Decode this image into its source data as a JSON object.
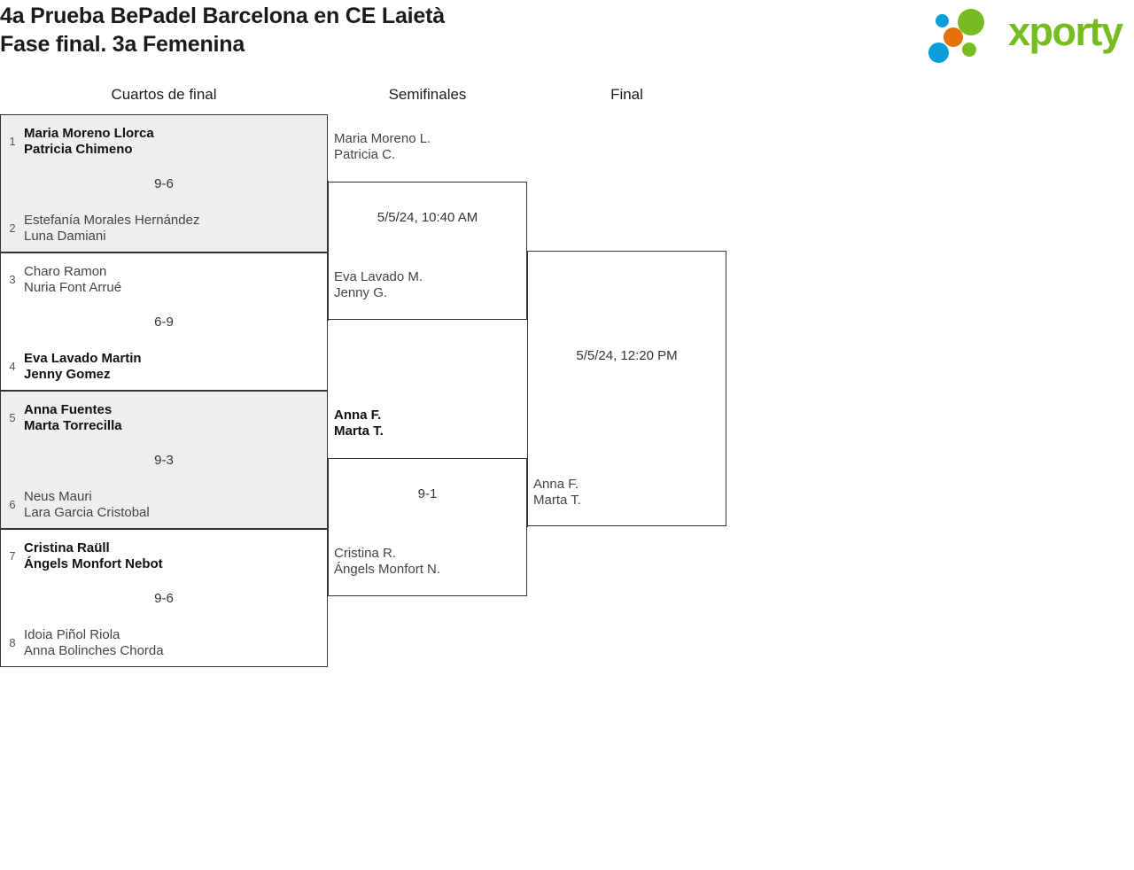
{
  "header": {
    "title": "4a Prueba BePadel Barcelona en CE Laietà\nFase final. 3a Femenina",
    "logo": {
      "wordmark": "xporty",
      "colors": {
        "green": "#76bc21",
        "blue": "#0c9ddb",
        "orange": "#e8700a"
      }
    }
  },
  "rounds": [
    {
      "label": "Cuartos de final"
    },
    {
      "label": "Semifinales"
    },
    {
      "label": "Final"
    }
  ],
  "matches": {
    "qf1": {
      "top": {
        "seed": "1",
        "players": "Maria Moreno Llorca\nPatricia Chimeno"
      },
      "bottom": {
        "seed": "2",
        "players": "Estefanía Morales Hernández\nLuna Damiani"
      },
      "info": "9-6"
    },
    "qf2": {
      "top": {
        "seed": "3",
        "players": "Charo Ramon\nNuria Font Arrué"
      },
      "bottom": {
        "seed": "4",
        "players": "Eva Lavado Martin\nJenny Gomez"
      },
      "info": "6-9"
    },
    "qf3": {
      "top": {
        "seed": "5",
        "players": "Anna Fuentes\nMarta Torrecilla"
      },
      "bottom": {
        "seed": "6",
        "players": "Neus Mauri\nLara Garcia Cristobal"
      },
      "info": "9-3"
    },
    "qf4": {
      "top": {
        "seed": "7",
        "players": "Cristina Raüll\nÁngels Monfort Nebot"
      },
      "bottom": {
        "seed": "8",
        "players": "Idoia Piñol Riola\nAnna Bolinches Chorda"
      },
      "info": "9-6"
    },
    "sf1": {
      "top": {
        "players": "Maria Moreno L.\nPatricia C."
      },
      "bottom": {
        "players": "Eva Lavado M.\nJenny G."
      },
      "info": "5/5/24, 10:40 AM"
    },
    "sf2": {
      "top": {
        "players": "Anna F.\nMarta T."
      },
      "bottom": {
        "players": "Cristina R.\nÁngels Monfort N."
      },
      "info": "9-1"
    },
    "final": {
      "top": {
        "players": ""
      },
      "bottom": {
        "players": "Anna F.\nMarta T."
      },
      "info": "5/5/24, 12:20 PM"
    }
  }
}
